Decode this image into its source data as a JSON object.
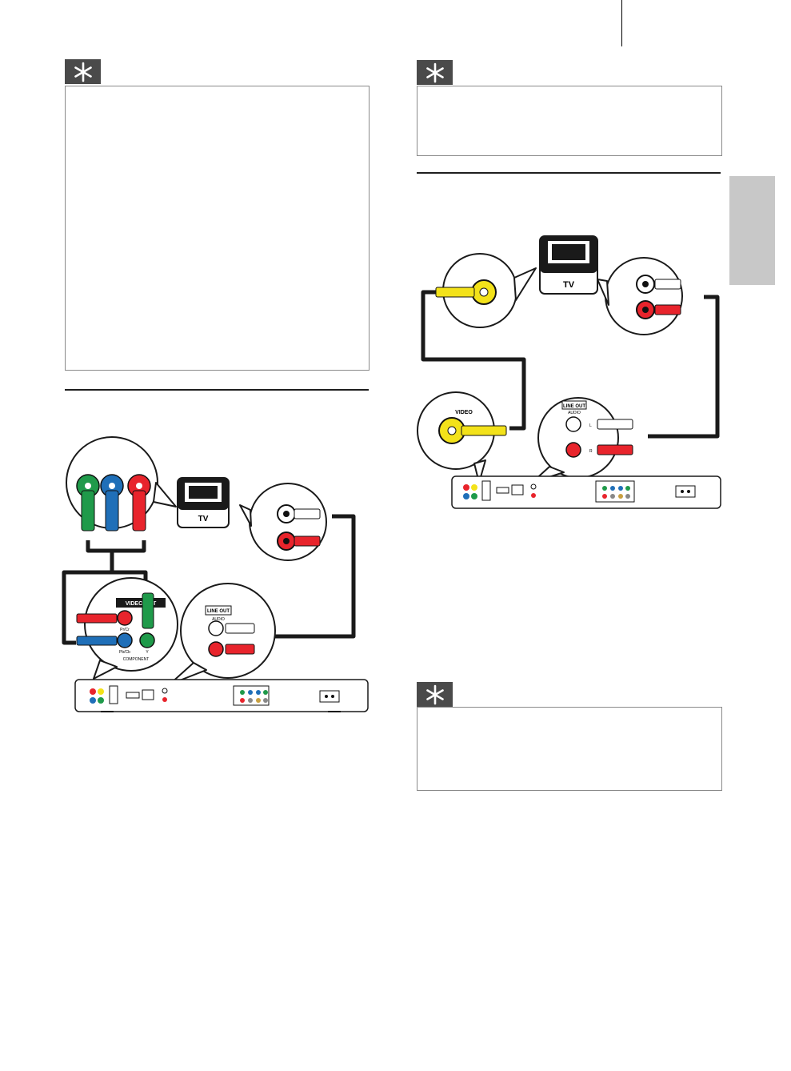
{
  "tv_label": "TV",
  "component_panel": {
    "header": "VIDEO OUT",
    "pb_label": "Pb/Cb",
    "pr_label": "Pr/Cr",
    "y_label": "Y",
    "footer": "COMPONENT"
  },
  "line_out": {
    "header": "LINE OUT",
    "audio": "AUDIO",
    "left": "L",
    "right": "R"
  },
  "composite_video_label": "VIDEO",
  "colors": {
    "yellow": "#f3e21a",
    "red": "#e8242c",
    "green": "#1f9a4a",
    "blue": "#1f6fb8",
    "white": "#ffffff",
    "cable": "#1a1a1a",
    "tip": "#4a4a4a",
    "tab": "#c8c8c8"
  },
  "icons": [
    "tip-asterisk-icon",
    "tv-icon",
    "player-rear-panel-icon",
    "power-socket-icon",
    "ethernet-port-icon",
    "hdmi-port-icon"
  ]
}
